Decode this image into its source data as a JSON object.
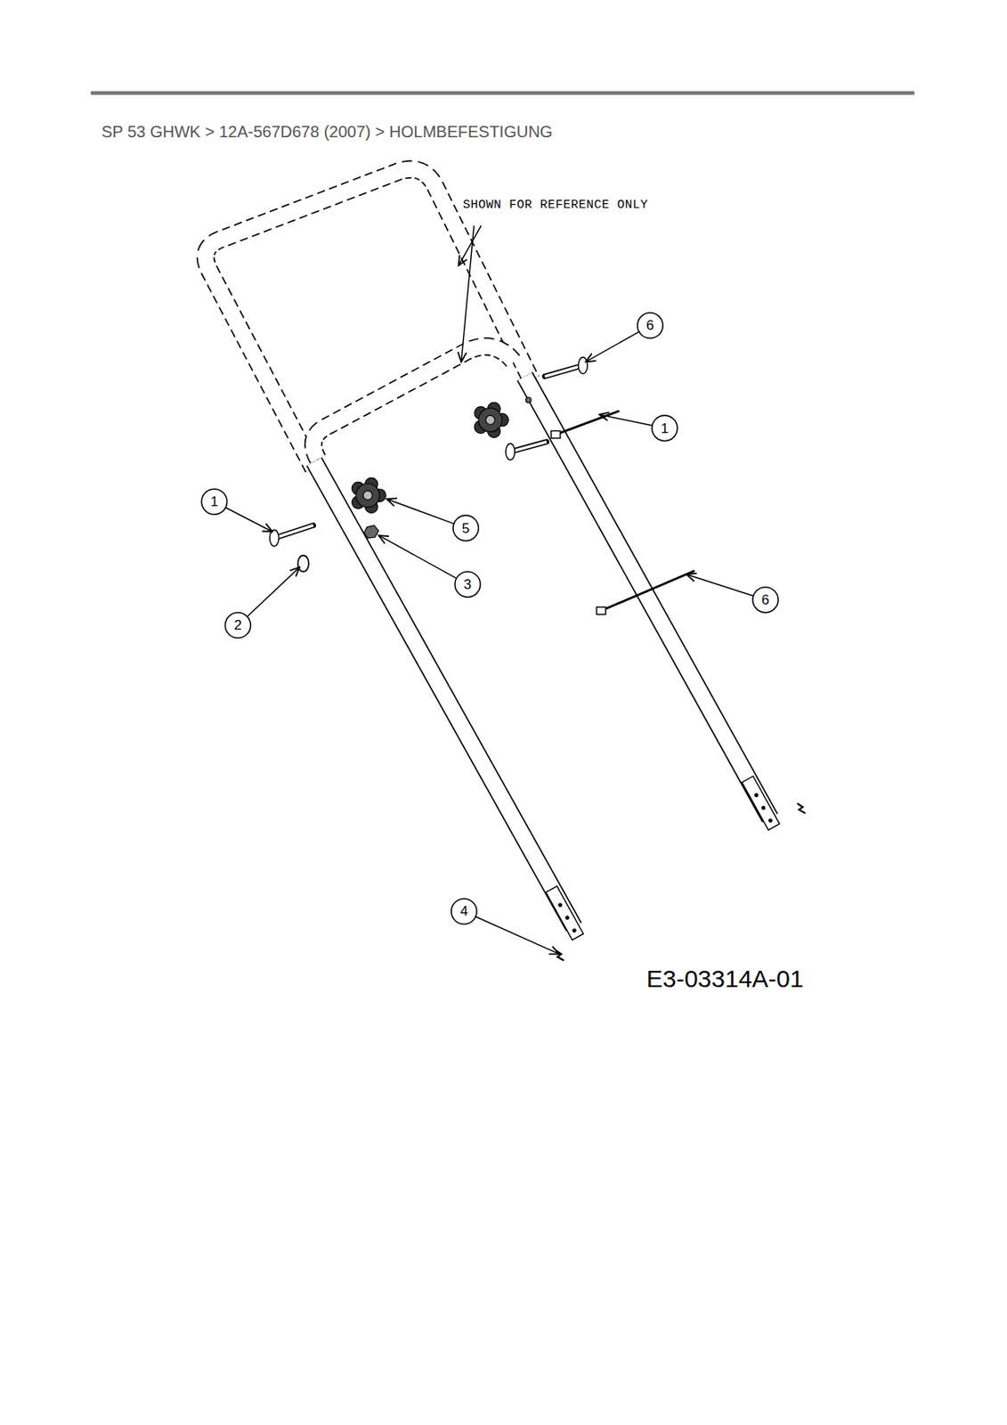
{
  "diagram": {
    "title": "SP 53 GHWK  >  12A-567D678 (2007)  >  HOLMBEFESTIGUNG",
    "labels": [
      "SHOWN FOR REFERENCE ONLY",
      "1",
      "6",
      "1",
      "5",
      "3",
      "2",
      "6",
      "4",
      "E3-03314A-01"
    ]
  }
}
